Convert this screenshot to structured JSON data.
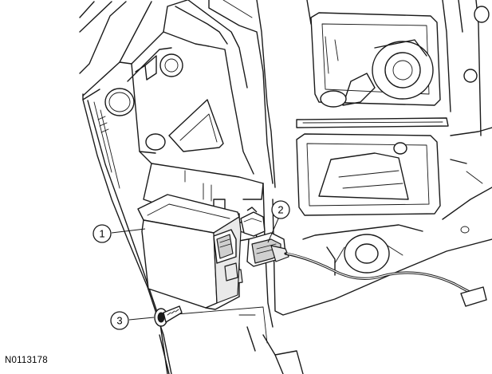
{
  "figure_id": "N0113178",
  "callouts": [
    {
      "number": "1",
      "part": "module"
    },
    {
      "number": "2",
      "part": "electrical-connector"
    },
    {
      "number": "3",
      "part": "bolt"
    }
  ]
}
